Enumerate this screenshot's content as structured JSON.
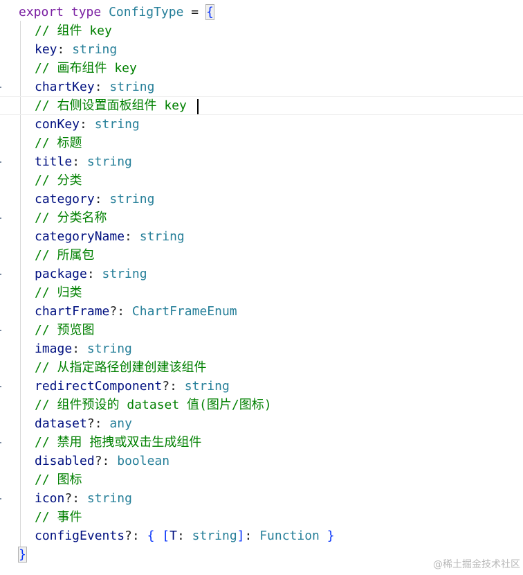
{
  "code": {
    "header": {
      "kw_export": "export",
      "kw_type": "type",
      "type_name": "ConfigType",
      "equals": "=",
      "open_brace": "{"
    },
    "lines": [
      {
        "kind": "comment",
        "text": "// 组件 key"
      },
      {
        "kind": "field",
        "name": "key",
        "sep": ":",
        "type": "string"
      },
      {
        "kind": "comment",
        "text": "// 画布组件 key"
      },
      {
        "kind": "field",
        "name": "chartKey",
        "sep": ":",
        "type": "string"
      },
      {
        "kind": "comment",
        "text": "// 右侧设置面板组件 key"
      },
      {
        "kind": "field",
        "name": "conKey",
        "sep": ":",
        "type": "string"
      },
      {
        "kind": "comment",
        "text": "// 标题"
      },
      {
        "kind": "field",
        "name": "title",
        "sep": ":",
        "type": "string"
      },
      {
        "kind": "comment",
        "text": "// 分类"
      },
      {
        "kind": "field",
        "name": "category",
        "sep": ":",
        "type": "string"
      },
      {
        "kind": "comment",
        "text": "// 分类名称"
      },
      {
        "kind": "field",
        "name": "categoryName",
        "sep": ":",
        "type": "string"
      },
      {
        "kind": "comment",
        "text": "// 所属包"
      },
      {
        "kind": "field",
        "name": "package",
        "sep": ":",
        "type": "string"
      },
      {
        "kind": "comment",
        "text": "// 归类"
      },
      {
        "kind": "field",
        "name": "chartFrame",
        "sep": "?:",
        "type": "ChartFrameEnum"
      },
      {
        "kind": "comment",
        "text": "// 预览图"
      },
      {
        "kind": "field",
        "name": "image",
        "sep": ":",
        "type": "string"
      },
      {
        "kind": "comment",
        "text": "// 从指定路径创建创建该组件"
      },
      {
        "kind": "field",
        "name": "redirectComponent",
        "sep": "?:",
        "type": "string"
      },
      {
        "kind": "comment",
        "text": "// 组件预设的 dataset 值(图片/图标)"
      },
      {
        "kind": "field",
        "name": "dataset",
        "sep": "?:",
        "type": "any"
      },
      {
        "kind": "comment",
        "text": "// 禁用 拖拽或双击生成组件"
      },
      {
        "kind": "field",
        "name": "disabled",
        "sep": "?:",
        "type": "boolean"
      },
      {
        "kind": "comment",
        "text": "// 图标"
      },
      {
        "kind": "field",
        "name": "icon",
        "sep": "?:",
        "type": "string"
      },
      {
        "kind": "comment",
        "text": "// 事件"
      },
      {
        "kind": "events",
        "name": "configEvents",
        "sep": "?:",
        "b_open": "{",
        "k_open": "[",
        "k_name": "T",
        "k_sep": ":",
        "k_type": "string",
        "k_close": "]",
        "colon": ":",
        "v_type": "Function",
        "b_close": "}"
      }
    ],
    "close_brace": "}"
  },
  "watermark": "@稀土掘金技术社区"
}
